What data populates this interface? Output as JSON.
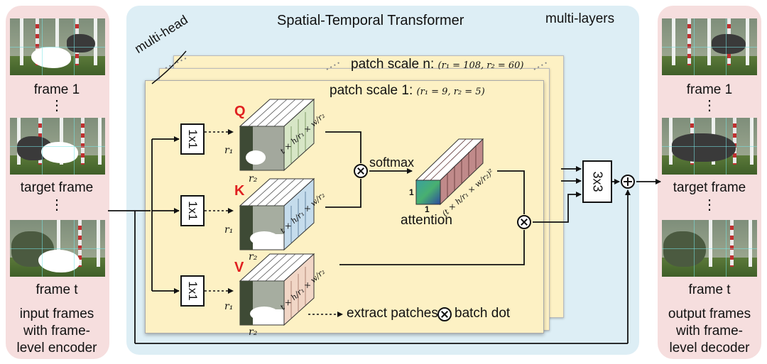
{
  "title": "Spatial-Temporal Transformer",
  "multi_layers": "multi-layers",
  "multi_head": "multi-head",
  "patch_scale_n": {
    "label": "patch scale n:",
    "params": "(r₁ = 108, r₂ = 60)"
  },
  "patch_scale_1": {
    "label": "patch scale 1:",
    "params": "(r₁ = 9, r₂ = 5)"
  },
  "input": {
    "frames": [
      "frame 1",
      "target frame",
      "frame t"
    ],
    "ellipsis": "⋮",
    "caption": [
      "input frames",
      "with frame-",
      "level encoder"
    ]
  },
  "output": {
    "frames": [
      "frame 1",
      "target frame",
      "frame t"
    ],
    "ellipsis": "⋮",
    "caption": [
      "output frames",
      "with frame-",
      "level decoder"
    ]
  },
  "qkv": {
    "q": "Q",
    "k": "K",
    "v": "V"
  },
  "conv1": "1x1",
  "conv3": "3x3",
  "r1": "r₁",
  "r2": "r₂",
  "block_dim": "t × h/r₁ × w/r₂",
  "softmax": "softmax",
  "attention": "attention",
  "attention_dim": "(t × h/r₁ × w/r₂)²",
  "one": "1",
  "legend": {
    "extract": "extract patches",
    "batch_dot": "batch dot"
  },
  "colors": {
    "accent_red": "#e02020",
    "input_panel": "#f6dede",
    "main_panel": "#ddeef5",
    "patch_panel": "#fdf1c4",
    "q_slices": "#d7e6c6",
    "k_slices": "#c5dcec",
    "v_slices": "#f1d6c6",
    "attention_slices": "#c08a8a"
  }
}
